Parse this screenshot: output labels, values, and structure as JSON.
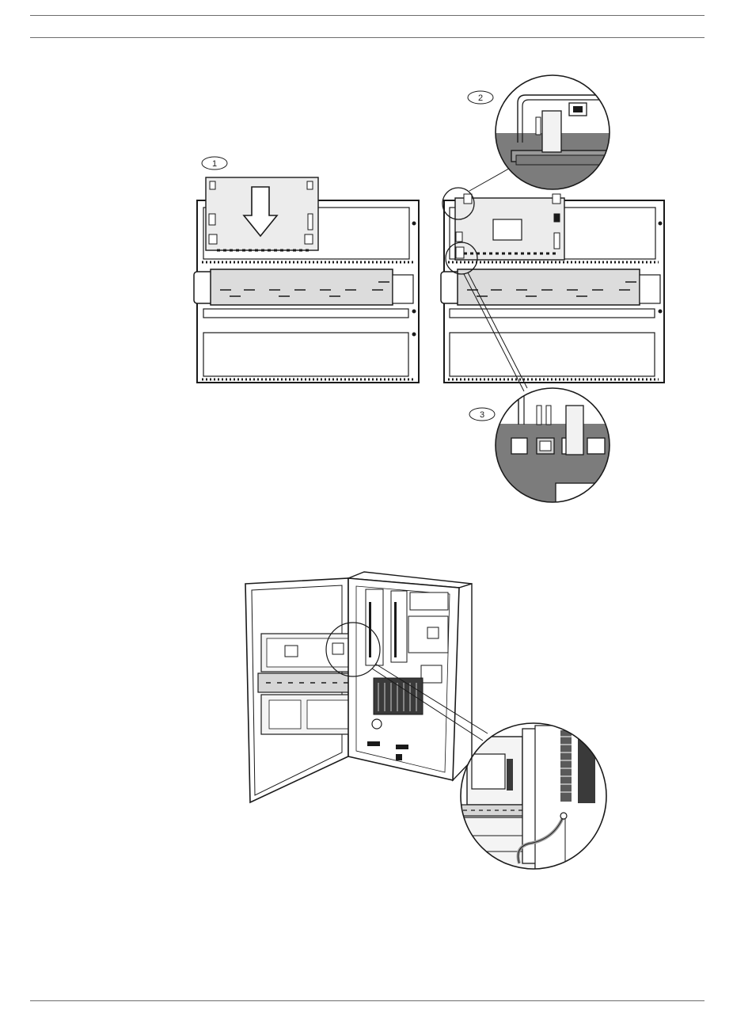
{
  "header": {
    "rule_count": 2
  },
  "figure_top": {
    "callouts": [
      {
        "id": "1",
        "label": "1"
      },
      {
        "id": "2",
        "label": "2"
      },
      {
        "id": "3",
        "label": "3"
      }
    ]
  },
  "figure_bottom": {},
  "colors": {
    "line": "#1a1a1a",
    "panel_fill": "#ffffff",
    "module_fill": "#ececec",
    "zoom_gray": "#7c7c7c",
    "rule": "#6d6d6d"
  }
}
